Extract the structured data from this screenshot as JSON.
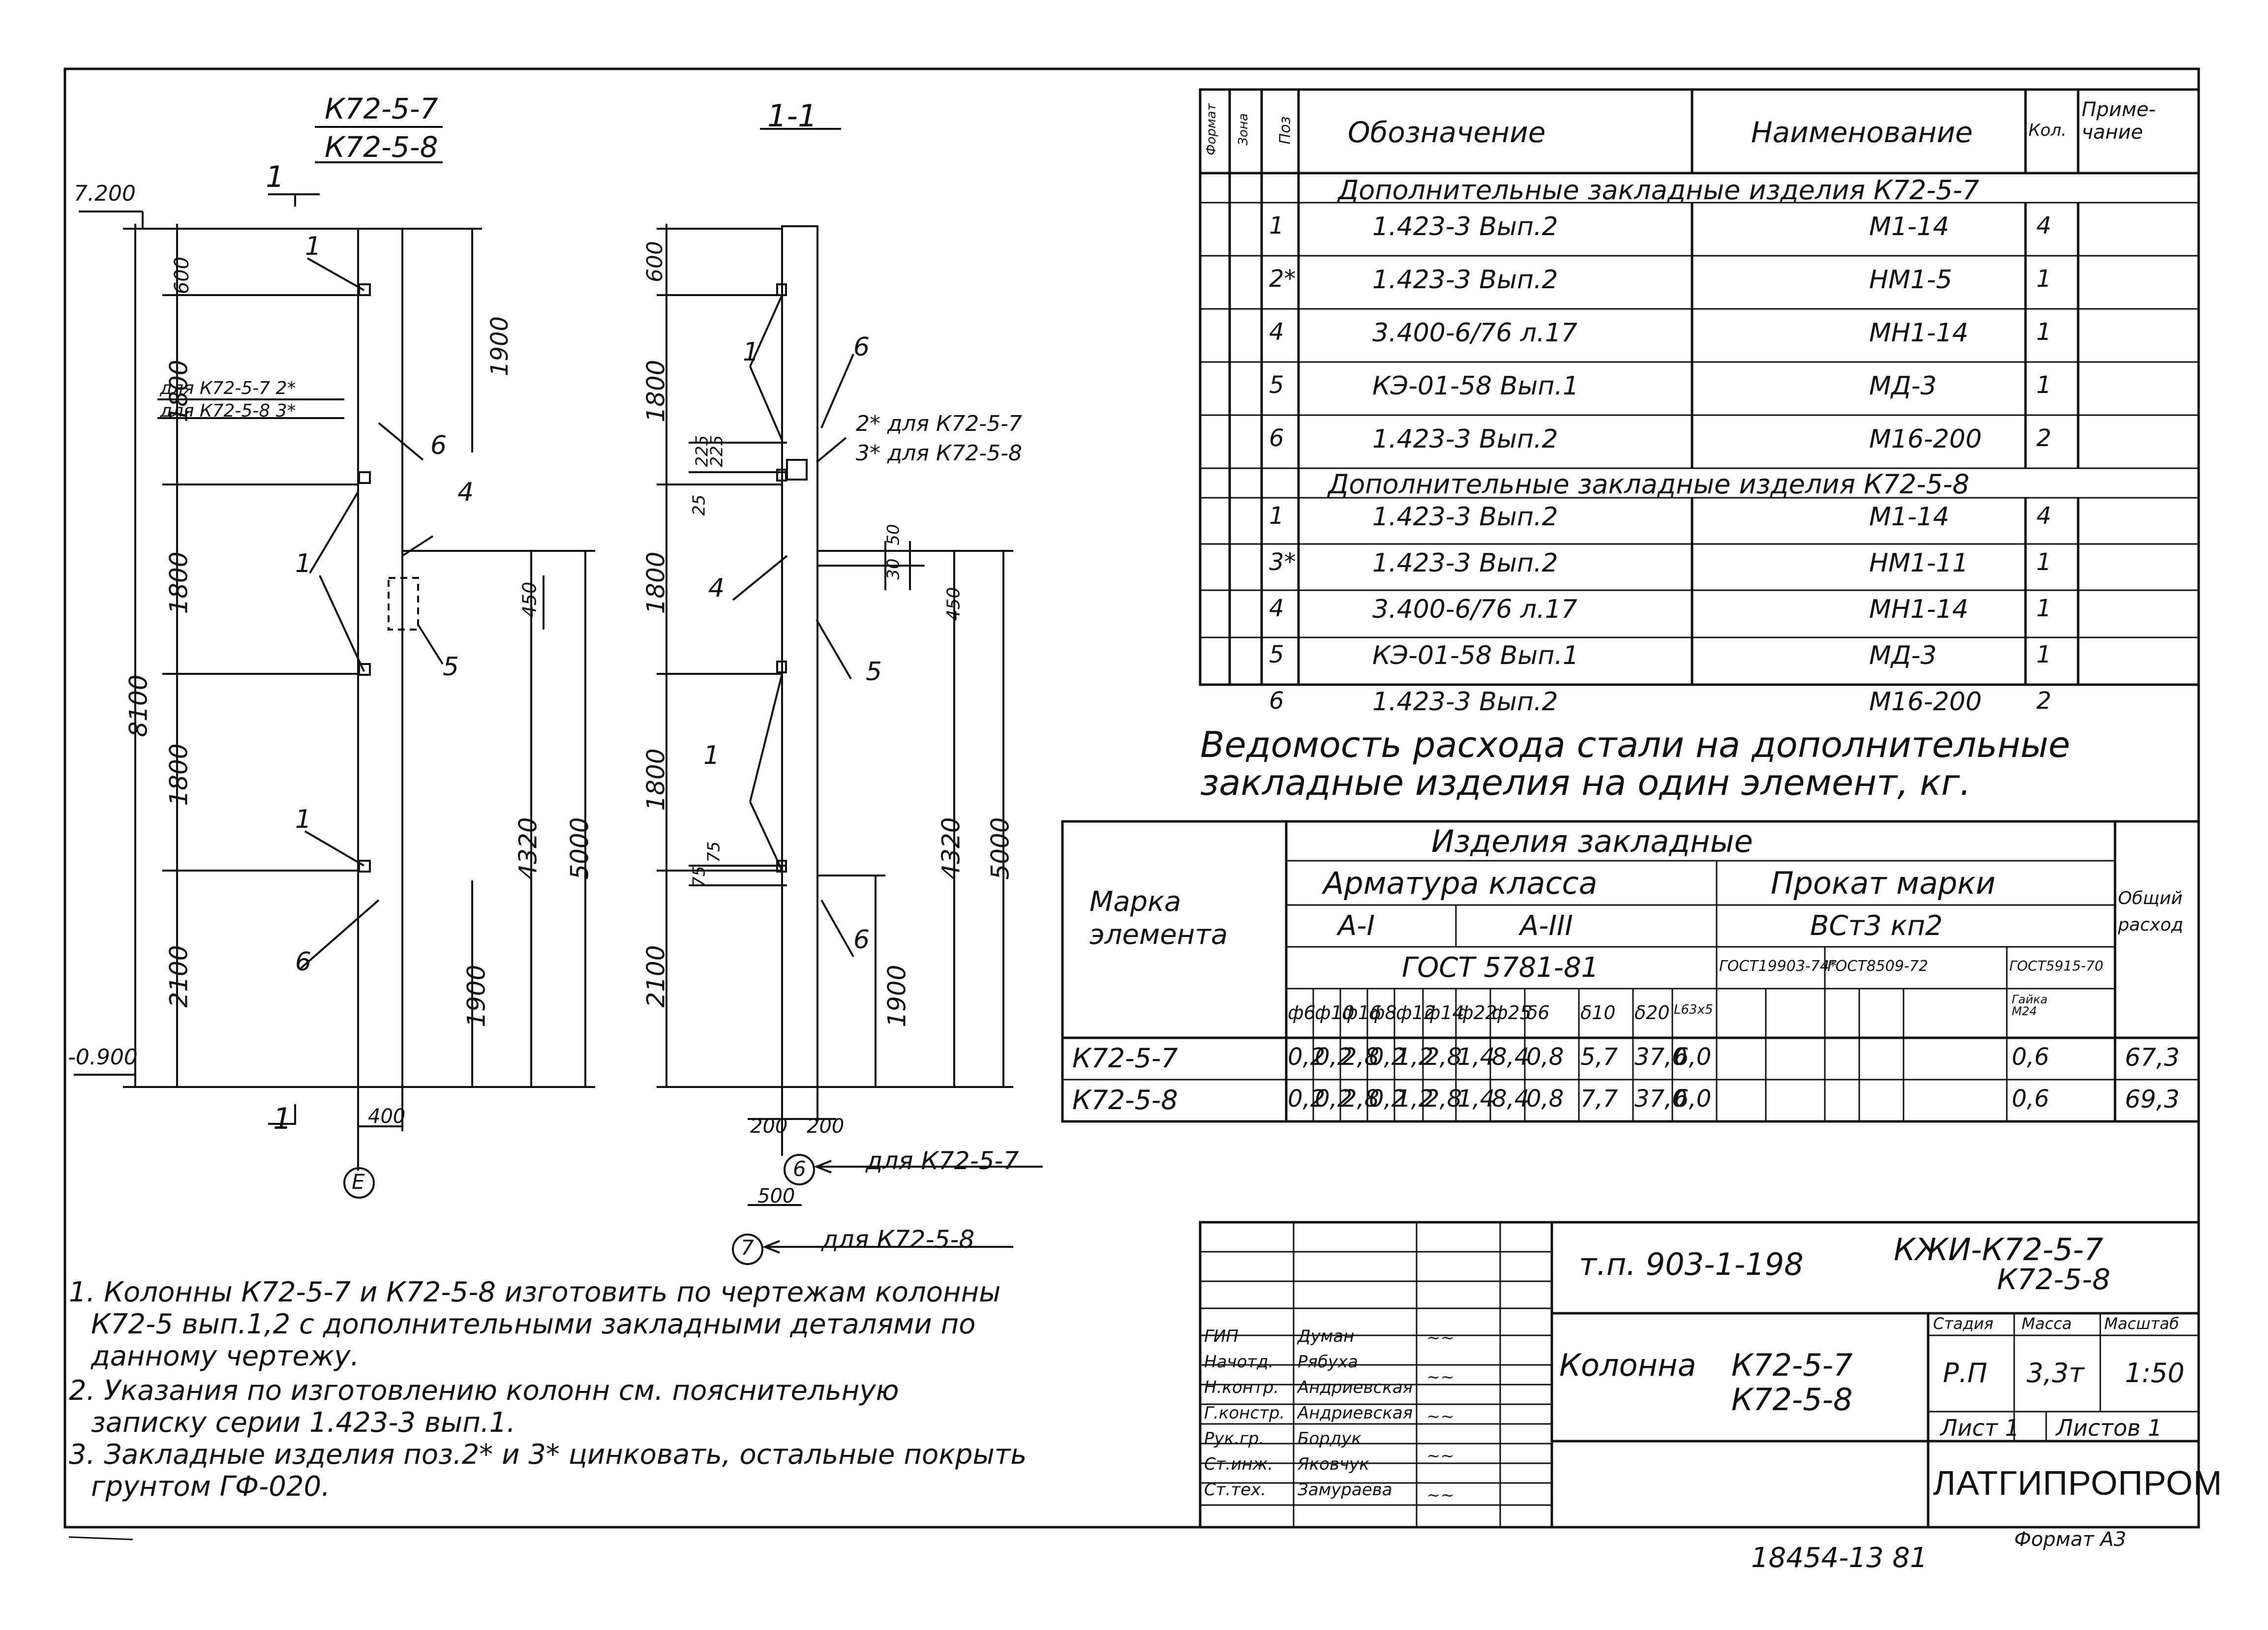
{
  "drawing": {
    "view_title_a": "К72-5-7",
    "view_title_b": "К72-5-8",
    "section_title": "1-1",
    "level_top": "7.200",
    "level_bottom": "-0.900",
    "section_mark": "1",
    "axis_E": "Е",
    "axis_6": "6",
    "axis_7": "7",
    "axis_note_6": "для К72-5-7",
    "axis_note_7": "для К72-5-8",
    "dim_width_400": "400",
    "dim_200a": "200",
    "dim_200b": "200",
    "dim_500": "500",
    "left_dims": {
      "d600": "600",
      "d1900": "1900",
      "d1800a": "1800",
      "d1800b": "1800",
      "d1800c": "1800",
      "d2100": "2100",
      "d8100": "8100",
      "d450": "450",
      "d4320": "4320",
      "d5000": "5000",
      "d1900b": "1900"
    },
    "left_notes": {
      "n1": "для К72-5-7 2*",
      "n2": "для К72-5-8 3*"
    },
    "right_dims": {
      "d600": "600",
      "d1800a": "1800",
      "d225a": "225",
      "d225b": "225",
      "d25": "25",
      "d1800b": "1800",
      "d1800c": "1800",
      "d75a": "75",
      "d75b": "75",
      "d2100": "2100",
      "d30": "30",
      "d50": "50",
      "d450": "450",
      "d4320": "4320",
      "d5000": "5000",
      "d1900": "1900"
    },
    "right_notes": {
      "n1": "2* для К72-5-7",
      "n2": "3* для К72-5-8"
    },
    "pos_labels": {
      "p1": "1",
      "p4": "4",
      "p5": "5",
      "p6": "6"
    }
  },
  "spec_table": {
    "headers": {
      "format": "Формат",
      "zone": "Зона",
      "pos": "Поз",
      "designation": "Обозначение",
      "name": "Наименование",
      "qty": "Кол.",
      "note": "Приме-чание"
    },
    "group1_title": "Дополнительные закладные изделия К72-5-7",
    "group1_rows": [
      {
        "pos": "1",
        "designation": "1.423-3   Вып.2",
        "name": "М1-14",
        "qty": "4"
      },
      {
        "pos": "2*",
        "designation": "1.423-3   Вып.2",
        "name": "НМ1-5",
        "qty": "1"
      },
      {
        "pos": "4",
        "designation": "3.400-6/76  л.17",
        "name": "МН1-14",
        "qty": "1"
      },
      {
        "pos": "5",
        "designation": "КЭ-01-58  Вып.1",
        "name": "МД-3",
        "qty": "1"
      },
      {
        "pos": "6",
        "designation": "1.423-3   Вып.2",
        "name": "М16-200",
        "qty": "2"
      }
    ],
    "group2_title": "Дополнительные закладные изделия К72-5-8",
    "group2_rows": [
      {
        "pos": "1",
        "designation": "1.423-3   Вып.2",
        "name": "М1-14",
        "qty": "4"
      },
      {
        "pos": "3*",
        "designation": "1.423-3   Вып.2",
        "name": "НМ1-11",
        "qty": "1"
      },
      {
        "pos": "4",
        "designation": "3.400-6/76  л.17",
        "name": "МН1-14",
        "qty": "1"
      },
      {
        "pos": "5",
        "designation": "КЭ-01-58  Вып.1",
        "name": "МД-3",
        "qty": "1"
      },
      {
        "pos": "6",
        "designation": "1.423-3   Вып.2",
        "name": "М16-200",
        "qty": "2"
      }
    ]
  },
  "steel_table": {
    "title_line1": "Ведомость расхода стали на дополнительные",
    "title_line2": "закладные изделия на один элемент, кг.",
    "h_mark": "Марка элемента",
    "h_items": "Изделия закладные",
    "h_rebar": "Арматура класса",
    "h_rolled": "Прокат марки",
    "h_total": "Общий расход",
    "h_a1": "А-I",
    "h_a3": "А-III",
    "h_vst": "ВСт3 кп2",
    "h_gost5781": "ГОСТ 5781-81",
    "h_gost19903": "ГОСТ19903-74*",
    "h_gost8509": "ГОСТ8509-72",
    "h_gost5915": "ГОСТ5915-70",
    "cols": [
      "ф6",
      "ф10",
      "ф16",
      "ф8",
      "ф12",
      "ф14",
      "ф22",
      "ф25",
      "δ6",
      "δ10",
      "δ20",
      "L63x5",
      "",
      "Гайка М24",
      ""
    ],
    "rows": [
      {
        "mark": "К72-5-7",
        "vals": [
          "0,2",
          "0,2",
          "2,8",
          "0,2",
          "1,2",
          "2,8",
          "1,4",
          "8,4",
          "0,8",
          "5,7",
          "37,0",
          "6,0",
          "",
          "0,6",
          ""
        ],
        "total": "67,3"
      },
      {
        "mark": "К72-5-8",
        "vals": [
          "0,2",
          "0,2",
          "2,8",
          "0,2",
          "1,2",
          "2,8",
          "1,4",
          "8,4",
          "0,8",
          "7,7",
          "37,0",
          "6,0",
          "",
          "0,6",
          ""
        ],
        "total": "69,3"
      }
    ]
  },
  "notes": [
    "1. Колонны К72-5-7 и К72-5-8 изготовить по чертежам колонны",
    "К72-5 вып.1,2 с дополнительными закладными деталями по",
    "данному чертежу.",
    "2. Указания по изготовлению колонн см. пояснительную",
    "записку серии 1.423-3 вып.1.",
    "3. Закладные изделия поз.2* и 3* цинковать, остальные покрыть",
    "грунтом ГФ-020."
  ],
  "title_block": {
    "project": "т.п. 903-1-198",
    "code_a": "КЖИ-К72-5-7",
    "code_b": "К72-5-8",
    "object": "Колонна",
    "item_a": "К72-5-7",
    "item_b": "К72-5-8",
    "h_stage": "Стадия",
    "h_mass": "Масса",
    "h_scale": "Масштаб",
    "stage": "Р.П",
    "mass": "3,3т",
    "scale": "1:50",
    "sheet": "Лист 1",
    "sheets": "Листов 1",
    "org": "ЛАТГИПРОПРОМ",
    "roles": [
      "ГИП",
      "Начотд.",
      "Н.контр.",
      "Г.констр.",
      "Рук.гр.",
      "Ст.инж.",
      "Ст.тех."
    ],
    "names": [
      "Думан",
      "Рябуха",
      "Андриевская",
      "Андриевская",
      "Бордук",
      "Яковчук",
      "Замураева"
    ]
  },
  "format_note": "Формат А3",
  "archive_no": "18454-13   81"
}
